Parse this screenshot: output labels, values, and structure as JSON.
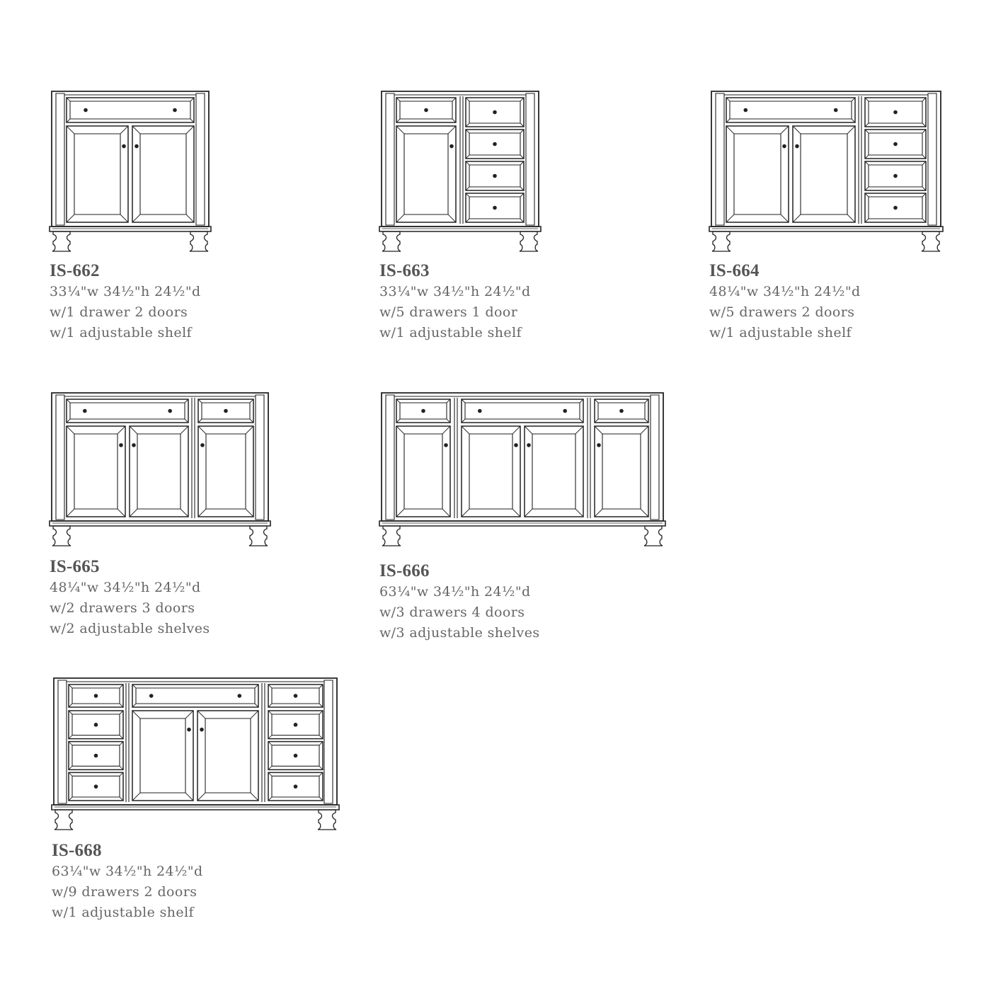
{
  "products": [
    {
      "model": "IS-662",
      "dimensions": "33¼\"w 34½\"h 24½\"d",
      "configuration": "w/1 drawer 2 doors",
      "shelves": "w/1 adjustable shelf"
    },
    {
      "model": "IS-663",
      "dimensions": "33¼\"w 34½\"h 24½\"d",
      "configuration": "w/5 drawers 1 door",
      "shelves": "w/1 adjustable shelf"
    },
    {
      "model": "IS-664",
      "dimensions": "48¼\"w 34½\"h 24½\"d",
      "configuration": "w/5 drawers 2 doors",
      "shelves": "w/1 adjustable shelf"
    },
    {
      "model": "IS-665",
      "dimensions": "48¼\"w 34½\"h 24½\"d",
      "configuration": "w/2 drawers 3 doors",
      "shelves": "w/2 adjustable shelves"
    },
    {
      "model": "IS-666",
      "dimensions": "63¼\"w 34½\"h 24½\"d",
      "configuration": "w/3 drawers 4 doors",
      "shelves": "w/3 adjustable shelves"
    },
    {
      "model": "IS-668",
      "dimensions": "63¼\"w 34½\"h 24½\"d",
      "configuration": "w/9 drawers 2 doors",
      "shelves": "w/1 adjustable shelf"
    }
  ]
}
